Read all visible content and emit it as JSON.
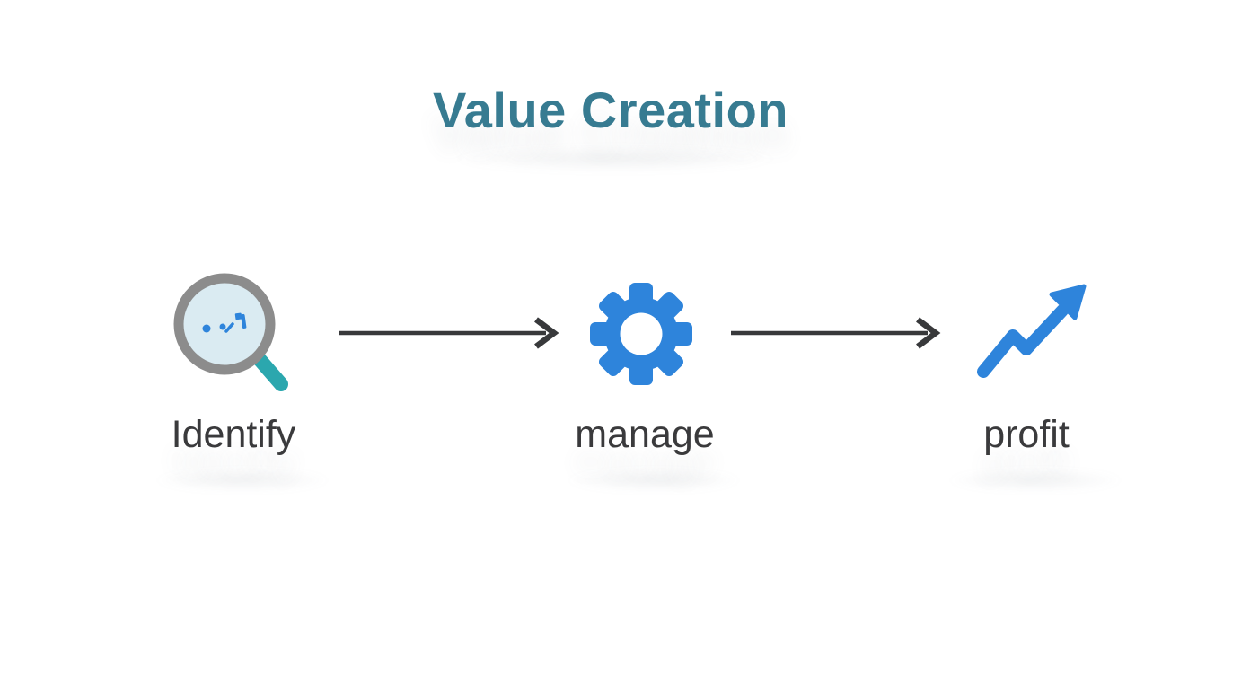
{
  "title": {
    "text": "Value Creation"
  },
  "flow": {
    "steps": [
      {
        "label": "Identify",
        "icon": "magnifier-data-search-icon"
      },
      {
        "label": "manage",
        "icon": "gear-icon"
      },
      {
        "label": "profit",
        "icon": "trend-up-arrow-icon"
      }
    ],
    "connectors": [
      {
        "name": "arrow-identify-to-manage",
        "direction": "right"
      },
      {
        "name": "arrow-manage-to-profit",
        "direction": "right"
      }
    ]
  },
  "colors": {
    "title_teal": "#377B91",
    "label_dark": "#3A3A3C",
    "arrow_dark": "#38393B",
    "icon_blue": "#2E84DB",
    "magnifier_ring_gray": "#8C8C8C",
    "magnifier_glass_blue": "#DAEBF2",
    "magnifier_handle_teal": "#2BA7AE"
  }
}
